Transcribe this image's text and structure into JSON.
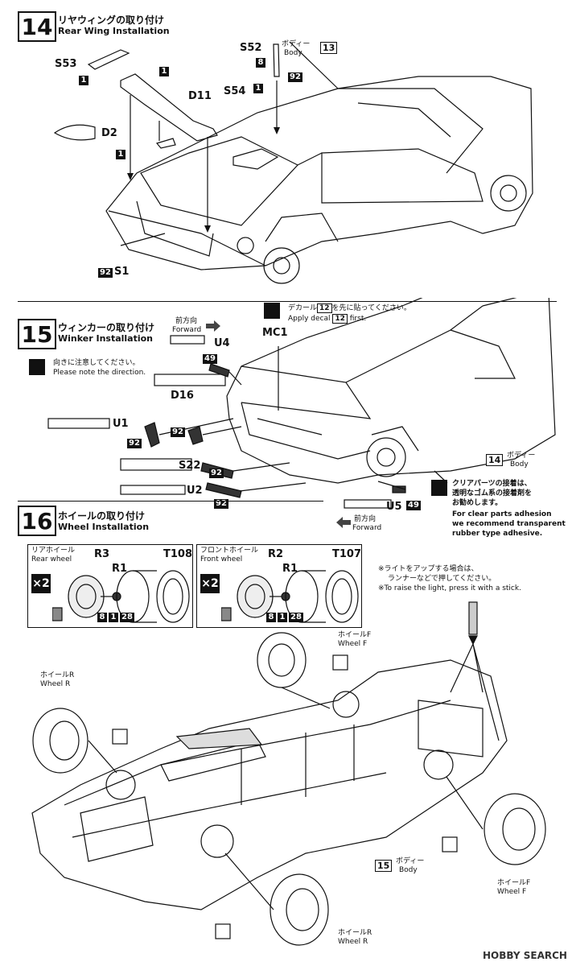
{
  "step14": {
    "num": "14",
    "title_jp": "リヤウィングの取り付け",
    "title_en": "Rear Wing Installation"
  },
  "step15": {
    "num": "15",
    "title_jp": "ウィンカーの取り付け",
    "title_en": "Winker Installation"
  },
  "step16": {
    "num": "16",
    "title_jp": "ホイールの取り付け",
    "title_en": "Wheel Installation"
  },
  "s14": {
    "S53": "S53",
    "S52": "S52",
    "D11": "D11",
    "S54": "S54",
    "D2": "D2",
    "S1": "S1",
    "b1": "1",
    "b8": "8",
    "b92": "92",
    "ref13": "13",
    "body_jp": "ボディー",
    "body_en": "Body"
  },
  "s15": {
    "forward_jp": "前方向",
    "forward_en": "Forward",
    "U4": "U4",
    "D16": "D16",
    "U1": "U1",
    "S22": "S22",
    "U2": "U2",
    "U5": "U5",
    "MC1": "MC1",
    "b49": "49",
    "b92": "92",
    "ref12": "12",
    "ref14": "14",
    "note_dir_jp": "向きに注意してください。",
    "note_dir_en": "Please note the direction.",
    "decal_jp_pre": "デカール",
    "decal_jp_post": "を先に貼ってください。",
    "decal_en_pre": "Apply decal",
    "decal_en_post": "first.",
    "body_jp": "ボディー",
    "body_en": "Body",
    "clear_jp1": "クリアパーツの接着は、",
    "clear_jp2": "透明なゴム系の接着剤を",
    "clear_jp3": "お勧めします。",
    "clear_en1": "For clear parts adhesion",
    "clear_en2": "we recommend transparent",
    "clear_en3": "rubber type adhesive."
  },
  "s16": {
    "rear_jp": "リアホイール",
    "rear_en": "Rear wheel",
    "front_jp": "フロントホイール",
    "front_en": "Front wheel",
    "x2": "×2",
    "R3": "R3",
    "R2": "R2",
    "R1": "R1",
    "T108": "T108",
    "T107": "T107",
    "b8": "8",
    "b1": "1",
    "b28": "28",
    "ref15": "15",
    "light_jp1": "※ライトをアップする場合は、",
    "light_jp2": "ランナーなどで押してください。",
    "light_en": "※To raise the light, press it with a stick.",
    "wheelF_jp": "ホイールF",
    "wheelF_en": "Wheel F",
    "wheelR_jp": "ホイールR",
    "wheelR_en": "Wheel R",
    "body_jp": "ボディー",
    "body_en": "Body"
  },
  "footer": "HOBBY SEARCH",
  "icons": [
    "note-pencil-icon",
    "forward-arrow-icon",
    "down-arrow-icon",
    "no-glue-icon"
  ]
}
